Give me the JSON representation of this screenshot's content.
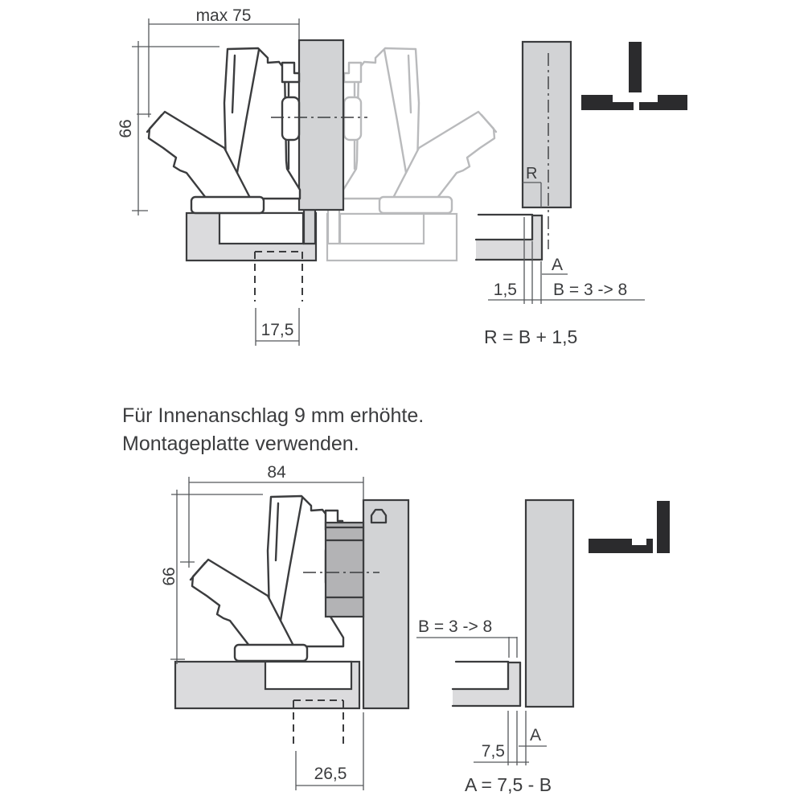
{
  "colors": {
    "line": "#3b3c3e",
    "dim_line": "#55575b",
    "ghost": "#b9babc",
    "door_fill": "#d2d3d5",
    "panel_fill": "#dbdbdd",
    "cup_fill": "#b3b3b5",
    "icon": "#2b2b2d",
    "text": "#3b3c3e"
  },
  "top_diagram": {
    "width_dim": "max 75",
    "height_dim": "66",
    "drill_dim": "17,5",
    "reveal_dim": "1,5",
    "depth_label": "R",
    "gap_label": "A",
    "bore_range": "B = 3 -> 8",
    "formula": "R = B + 1,5",
    "icon_name": "half-overlay-application-icon"
  },
  "note": {
    "line1": "Für Innenanschlag 9 mm erhöhte.",
    "line2": "Montageplatte verwenden."
  },
  "bottom_diagram": {
    "width_dim": "84",
    "height_dim": "66",
    "drill_dim": "26,5",
    "plate_dim": "7,5",
    "gap_label": "A",
    "bore_range": "B = 3 -> 8",
    "formula": "A = 7,5 - B",
    "icon_name": "inset-application-icon"
  }
}
